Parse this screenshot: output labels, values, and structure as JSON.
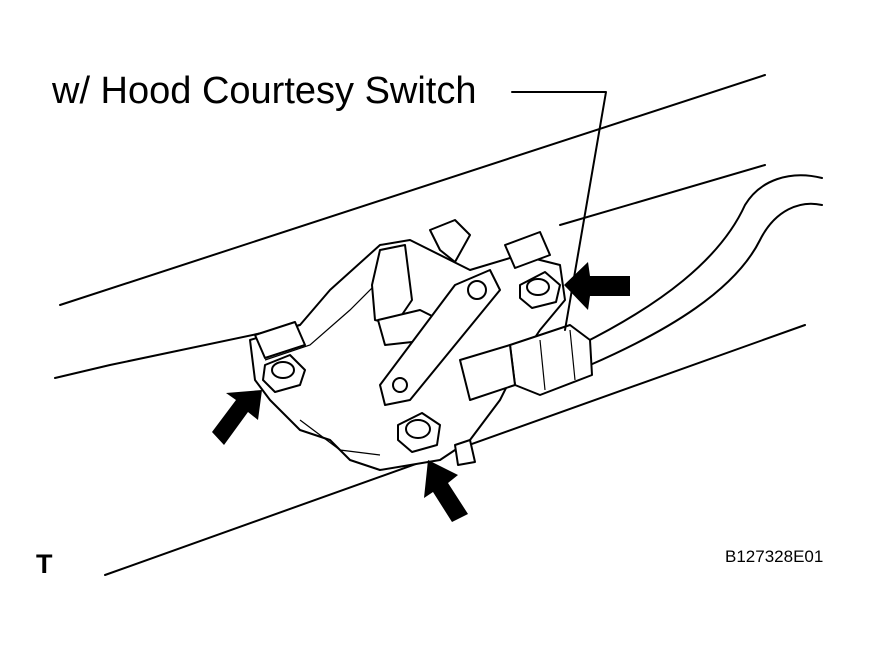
{
  "diagram": {
    "callout_label": "w/ Hood Courtesy Switch",
    "corner_letter": "T",
    "figure_code": "B127328E01"
  },
  "icons": {
    "arrows": [
      "bolt-pointer-arrow-right",
      "bolt-pointer-arrow-left",
      "bolt-pointer-arrow-bottom"
    ]
  },
  "colors": {
    "ink": "#000000",
    "background": "#ffffff"
  }
}
